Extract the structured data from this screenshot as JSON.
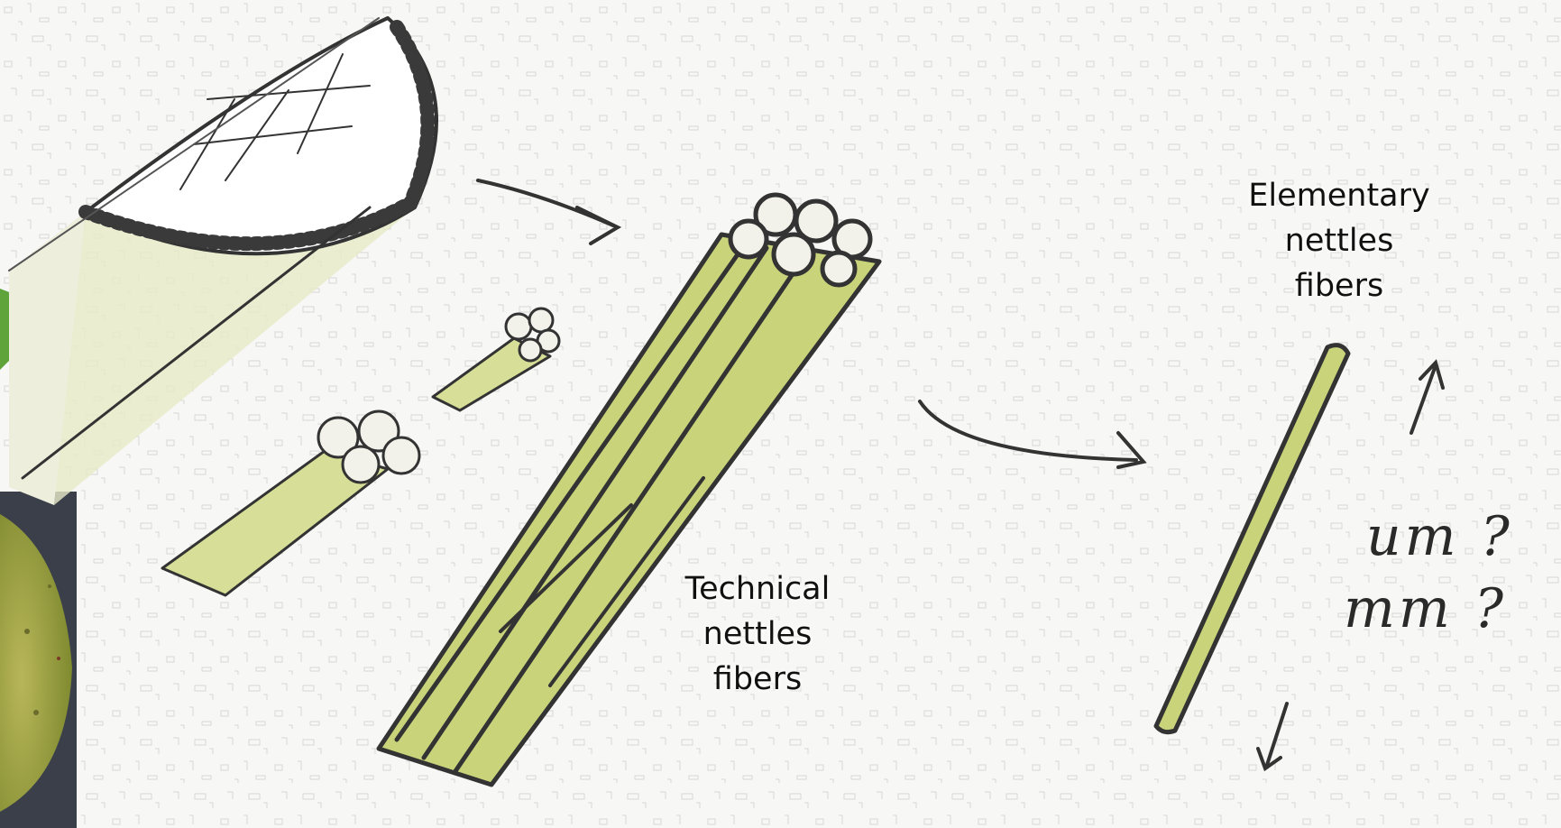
{
  "labels": {
    "technical": [
      "Technical",
      "nettles",
      "fibers"
    ],
    "elementary": [
      "Elementary",
      "nettles",
      "fibers"
    ]
  },
  "annotations": {
    "length_unit_1": "um ?",
    "length_unit_2": "mm ?"
  },
  "colors": {
    "ink": "#333333",
    "fiber_fill": "#c9d37a",
    "fiber_light": "#e2e6a8",
    "photo_dark": "#3a3f4a",
    "photo_green": "#a7ad4a",
    "leaf_green": "#5fa43a"
  }
}
